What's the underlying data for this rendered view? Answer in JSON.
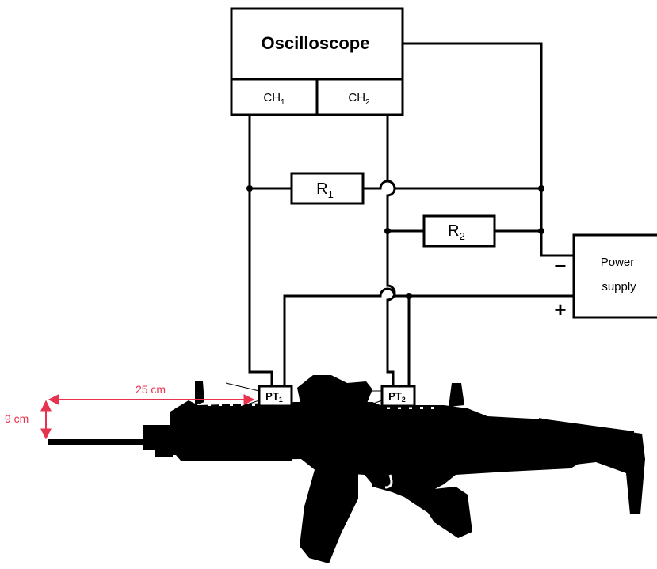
{
  "oscilloscope": {
    "title": "Oscilloscope",
    "ch1": {
      "base": "CH",
      "sub": "1"
    },
    "ch2": {
      "base": "CH",
      "sub": "2"
    }
  },
  "resistors": {
    "r1": {
      "base": "R",
      "sub": "1"
    },
    "r2": {
      "base": "R",
      "sub": "2"
    }
  },
  "power_supply": {
    "line1": "Power",
    "line2": "supply",
    "minus": "−",
    "plus": "+"
  },
  "sensors": {
    "pt1": {
      "base": "PT",
      "sub": "1"
    },
    "pt2": {
      "base": "PT",
      "sub": "2"
    }
  },
  "dimensions": {
    "horizontal": "25 cm",
    "vertical": "9 cm"
  },
  "colors": {
    "dimension": "#e8334f",
    "wire": "#000000"
  }
}
